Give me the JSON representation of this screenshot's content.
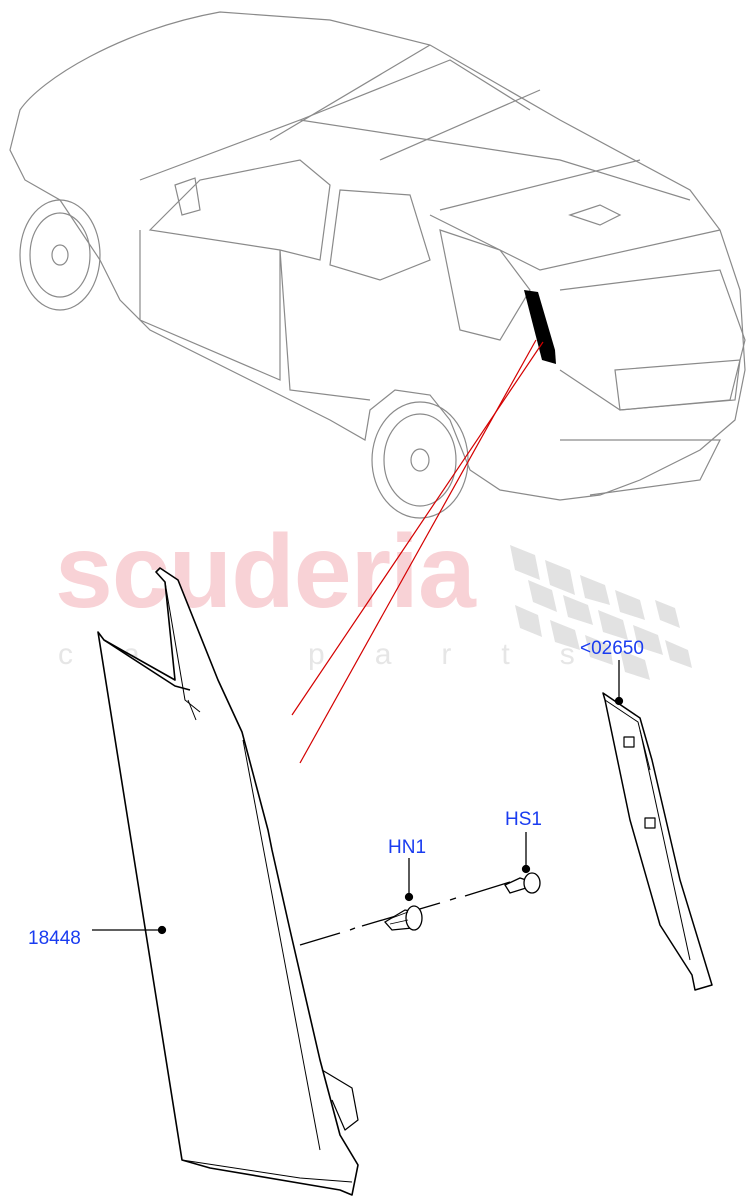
{
  "watermark": {
    "brand": "scuderia",
    "tagline": "car parts",
    "brand_color": "#f8d2d6",
    "checker_color": "#e2e2e2"
  },
  "diagram": {
    "subject": "Vehicle rear quarter D-pillar trim panel",
    "highlight_color": "#000000",
    "leader_color": "#d40000",
    "callout_color": "#1a3cf0"
  },
  "callouts": [
    {
      "id": "18448",
      "label": "18448"
    },
    {
      "id": "HN1",
      "label": "HN1"
    },
    {
      "id": "HS1",
      "label": "HS1"
    },
    {
      "id": "02650",
      "label": "<02650"
    }
  ]
}
